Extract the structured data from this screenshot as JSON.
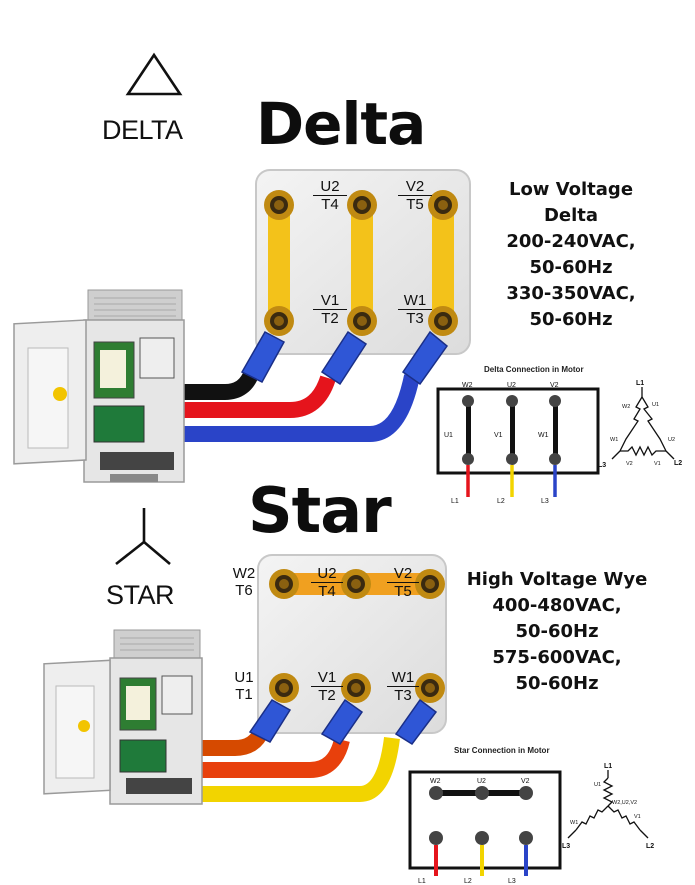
{
  "delta": {
    "symbol_label": "DELTA",
    "title": "Delta",
    "terminals": {
      "top_left": {
        "num": "U2",
        "den": "T4"
      },
      "top_right": {
        "num": "V2",
        "den": "T5"
      },
      "bottom_left": {
        "num": "V1",
        "den": "T2"
      },
      "bottom_right": {
        "num": "W1",
        "den": "T3"
      }
    },
    "spec_lines": [
      "Low Voltage",
      "Delta",
      "200-240VAC,",
      "50-60Hz",
      "330-350VAC,",
      "50-60Hz"
    ],
    "diagram": {
      "caption": "Delta Connection in Motor",
      "top_labels": [
        "W2",
        "U2",
        "V2"
      ],
      "side_labels": [
        "U1",
        "V1",
        "W1"
      ],
      "bottom_labels": [
        "L1",
        "L2",
        "L3"
      ],
      "triangle_labels": {
        "top": "L1",
        "left": "L3",
        "right": "L2",
        "u1": "U1",
        "w2": "W2",
        "u2": "U2",
        "v2": "V2",
        "v1": "V1",
        "w1": "W1"
      }
    }
  },
  "star": {
    "symbol_label": "STAR",
    "title": "Star",
    "terminals": {
      "top_left_partial": {
        "num": "W2",
        "den": "T6"
      },
      "top_mid": {
        "num": "U2",
        "den": "T4"
      },
      "top_right": {
        "num": "V2",
        "den": "T5"
      },
      "bottom_left_partial": {
        "num": "U1",
        "den": "T1"
      },
      "bottom_mid": {
        "num": "V1",
        "den": "T2"
      },
      "bottom_right": {
        "num": "W1",
        "den": "T3"
      }
    },
    "spec_lines": [
      "High Voltage Wye",
      "400-480VAC,",
      "50-60Hz",
      "575-600VAC,",
      "50-60Hz"
    ],
    "diagram": {
      "caption": "Star Connection in Motor",
      "top_labels": [
        "W2",
        "U2",
        "V2"
      ],
      "bottom_labels": [
        "L1",
        "L2",
        "L3"
      ],
      "wye_labels": {
        "top": "L1",
        "left": "L3",
        "right": "L2",
        "center": "W2,U2,V2",
        "u1": "U1",
        "w1": "W1",
        "v1": "V1"
      }
    }
  },
  "colors": {
    "red": "#e5141c",
    "blue": "#2a44c8",
    "black": "#111111",
    "yellow": "#f2d400",
    "orange": "#e87000",
    "strap_gold": "#f3c21a",
    "strap_orange": "#f0a020"
  }
}
